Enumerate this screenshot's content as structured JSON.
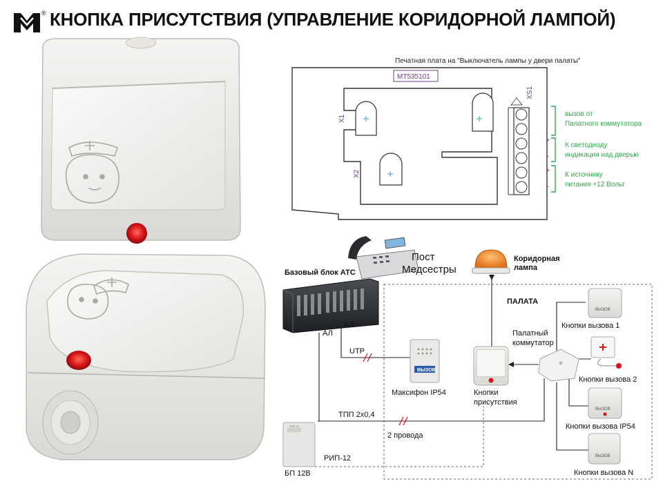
{
  "header": {
    "title": "КНОПКА ПРИСУТСТВИЯ (УПРАВЛЕНИЕ КОРИДОРНОЙ ЛАМПОЙ)",
    "registered_mark": "®"
  },
  "pcb": {
    "caption": "Печатная плата на \"Выключатель лампы у двери палаты\"",
    "model": "MT535101",
    "connectors": [
      "X1",
      "X2",
      "XS1"
    ],
    "terminals": [
      {
        "line1": "вызов от",
        "line2": "Палатного коммутатора",
        "plus": "",
        "minus": ""
      },
      {
        "line1": "К светодиоду",
        "line2": "индикации над дверью",
        "plus": "+",
        "minus": "-"
      },
      {
        "line1": "К источнику",
        "line2": "питания  +12 Вольт",
        "plus": "+",
        "minus": "-"
      }
    ]
  },
  "scheme": {
    "base_unit": "Базовый блок АТС",
    "post_line1": "Пост",
    "post_line2": "Медсестры",
    "lamp_line1": "Коридорная",
    "lamp_line2": "лампа",
    "ward": "ПАЛАТА",
    "al_left": "АЛ",
    "al_right": "АЛ",
    "utp": "UTP",
    "intercom": "Максифон IP54",
    "intercom_panel": "ВЫЗОВ",
    "presence_line1": "Кнопки",
    "presence_line2": "присутствия",
    "commutator_line1": "Палатный",
    "commutator_line2": "коммутатор",
    "tpp": "ТПП 2х0,4",
    "two_wires": "2 провода",
    "rip": "РИП-12",
    "psu": "БП 12В",
    "call_buttons": [
      "Кнопки вызова 1",
      "Кнопки вызова 2",
      "Кнопки вызова IP54",
      "Кнопки вызова N"
    ],
    "button_face": "ВЫЗОВ"
  },
  "colors": {
    "green": "#2ea84a",
    "red_led": "#d8141a",
    "lamp_orange": "#f08a1c",
    "purple_text": "#7a3d8c",
    "pcb_text": "#6f3d8f",
    "teal_plus": "#4fb3c8"
  }
}
